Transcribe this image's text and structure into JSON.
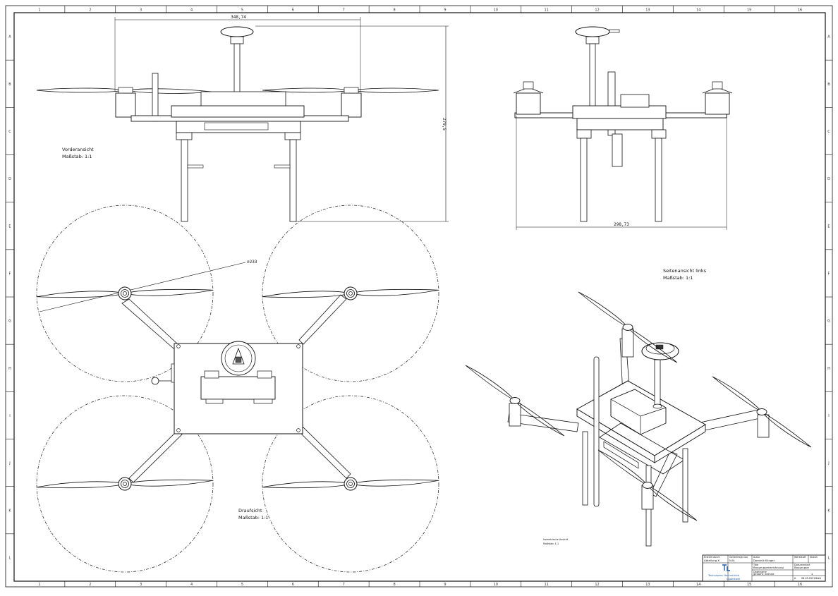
{
  "views": {
    "front": {
      "name": "Vorderansicht",
      "scale": "Maßstab: 1:1"
    },
    "side": {
      "name": "Seitenansicht links",
      "scale": "Maßstab: 1:1"
    },
    "top": {
      "name": "Draufsicht",
      "scale": "Maßstab: 1:1"
    },
    "iso": {
      "name": "Isometrische Ansicht",
      "scale": "Maßstab: 1:1"
    }
  },
  "dimensions": {
    "front_width": "348,74",
    "front_height": "279,5",
    "side_width": "298,73",
    "rotor_diameter": "⌀233"
  },
  "grid": {
    "columns": [
      "1",
      "2",
      "3",
      "4",
      "5",
      "6",
      "7",
      "8",
      "9",
      "10",
      "11",
      "12",
      "13",
      "14",
      "15",
      "16"
    ],
    "rows": [
      "A",
      "B",
      "C",
      "D",
      "E",
      "F",
      "G",
      "H",
      "I",
      "J",
      "K",
      "L"
    ]
  },
  "title_block": {
    "logo_line1": "Technische Hochschule",
    "logo_line2": "Ingolstadt",
    "label_drawn_by": "Erstellt durch",
    "drawn_by": "Abteilung X",
    "label_approved": "Genehmigt von",
    "approved": "N.N.",
    "label_author": "Autor",
    "author": "Dominik Klinger",
    "label_title": "Titel",
    "title": "Baugruppenzeichnung",
    "label_material": "Werkstoff",
    "label_doc_type": "Dokumentart",
    "doc_type": "Baugruppe",
    "label_file": "Dateiname",
    "file": "gesamt_drohne",
    "label_status": "Status",
    "sheet_label": "Blatt",
    "sheet": "1",
    "date": "08.03.2021",
    "revision": "A"
  },
  "colors": {
    "line": "#111111",
    "dashed": "#333333",
    "logo": "#1e5aa8"
  }
}
